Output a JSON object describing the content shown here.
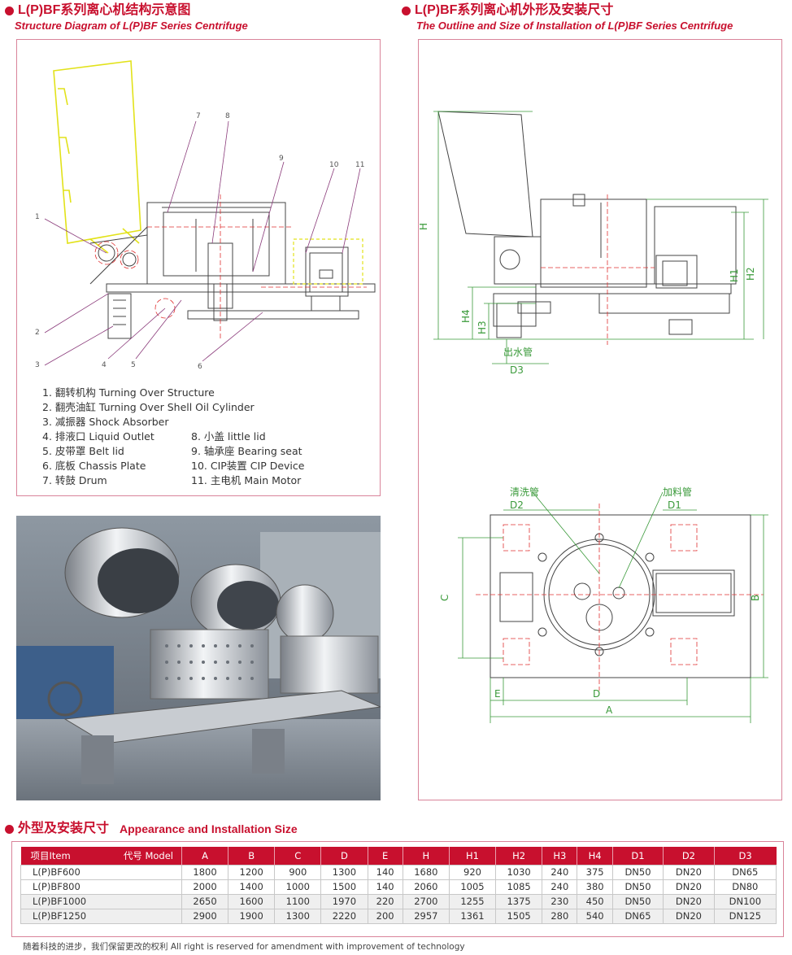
{
  "structure_section": {
    "title_cn": "L(P)BF系列离心机结构示意图",
    "title_en": "Structure Diagram of L(P)BF Series Centrifuge",
    "callouts": [
      "1",
      "2",
      "3",
      "4",
      "5",
      "6",
      "7",
      "8",
      "9",
      "10",
      "11"
    ],
    "legend_left": [
      "1.  翻转机构  Turning Over Structure",
      "2.  翻壳油缸  Turning Over Shell Oil Cylinder",
      "3.  减振器 Shock Absorber",
      "4.  排液口 Liquid Outlet",
      "5.  皮带罩 Belt lid",
      "6.  底板  Chassis Plate",
      "7.  转鼓   Drum"
    ],
    "legend_right": [
      "8.  小盖 little lid",
      "9.  轴承座  Bearing seat",
      "10.  CIP装置 CIP Device",
      "11.  主电机 Main Motor"
    ]
  },
  "outline_section": {
    "title_cn": "L(P)BF系列离心机外形及安装尺寸",
    "title_en": "The Outline and Size of Installation of L(P)BF Series Centrifuge",
    "dim_labels": {
      "H": "H",
      "H1": "H1",
      "H2": "H2",
      "H3": "H3",
      "H4": "H4",
      "A": "A",
      "B": "B",
      "C": "C",
      "D": "D",
      "E": "E",
      "D1": "D1",
      "D2": "D2",
      "D3": "D3"
    },
    "water_outlet": "出水管",
    "wash_pipe": "清洗管",
    "feed_pipe": "加料管"
  },
  "table_section": {
    "title": "外型及安装尺寸",
    "title_en": "Appearance and Installation Size",
    "header_item": "项目Item",
    "header_model": "代号 Model",
    "columns": [
      "A",
      "B",
      "C",
      "D",
      "E",
      "H",
      "H1",
      "H2",
      "H3",
      "H4",
      "D1",
      "D2",
      "D3"
    ],
    "rows": [
      {
        "model": "L(P)BF600",
        "values": [
          "1800",
          "1200",
          "900",
          "1300",
          "140",
          "1680",
          "920",
          "1030",
          "240",
          "375",
          "DN50",
          "DN20",
          "DN65"
        ]
      },
      {
        "model": "L(P)BF800",
        "values": [
          "2000",
          "1400",
          "1000",
          "1500",
          "140",
          "2060",
          "1005",
          "1085",
          "240",
          "380",
          "DN50",
          "DN20",
          "DN80"
        ]
      },
      {
        "model": "L(P)BF1000",
        "values": [
          "2650",
          "1600",
          "1100",
          "1970",
          "220",
          "2700",
          "1255",
          "1375",
          "230",
          "450",
          "DN50",
          "DN20",
          "DN100"
        ]
      },
      {
        "model": "L(P)BF1250",
        "values": [
          "2900",
          "1900",
          "1300",
          "2220",
          "200",
          "2957",
          "1361",
          "1505",
          "280",
          "540",
          "DN65",
          "DN20",
          "DN125"
        ]
      }
    ]
  },
  "footer": "随着科技的进步，我们保留更改的权利    All right is reserved for amendment with improvement of technology",
  "colors": {
    "accent": "#c8102e",
    "frame": "#d9849a",
    "drawing_yellow": "#e2e21a",
    "dim_green": "#3a9a3a",
    "center_red": "#e03030"
  }
}
